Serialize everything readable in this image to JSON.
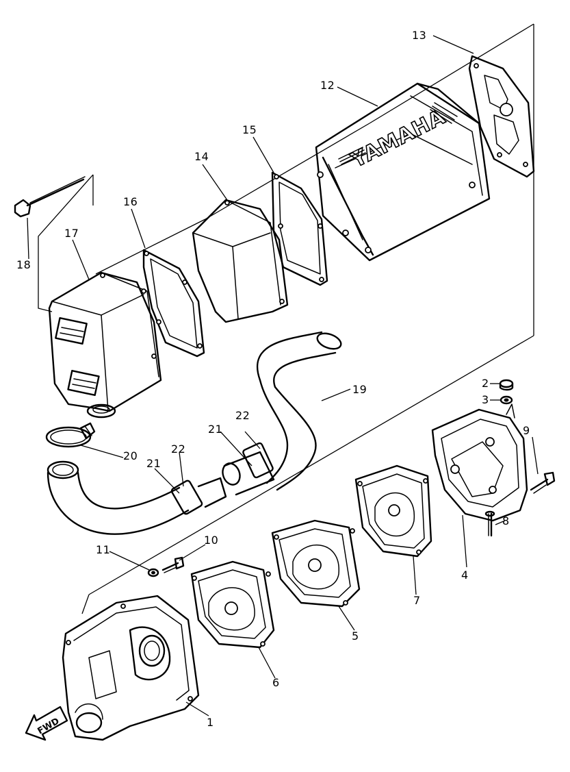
{
  "callouts": {
    "c1": "1",
    "c2": "2",
    "c3": "3",
    "c4": "4",
    "c5": "5",
    "c6": "6",
    "c7": "7",
    "c8": "8",
    "c9": "9",
    "c10": "10",
    "c11": "11",
    "c12": "12",
    "c13": "13",
    "c14": "14",
    "c15": "15",
    "c16": "16",
    "c17": "17",
    "c18": "18",
    "c19": "19",
    "c20": "20",
    "c21a": "21",
    "c21b": "21",
    "c22a": "22",
    "c22b": "22"
  },
  "labels": {
    "brand": "YAMAHA",
    "direction": "FWD"
  }
}
